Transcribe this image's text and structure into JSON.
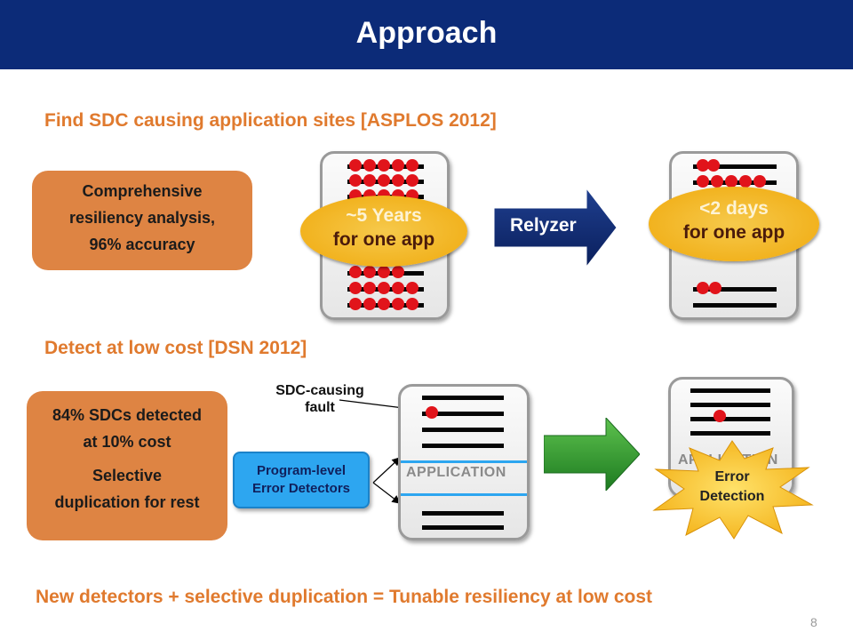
{
  "slide": {
    "title": "Approach",
    "page_number": "8"
  },
  "section1": {
    "heading": "Find SDC causing application sites [ASPLOS 2012]",
    "box_line1": "Comprehensive",
    "box_line2": "resiliency analysis,",
    "box_line3": "96% accuracy",
    "before_time": "~5 Years",
    "before_caption": "for one app",
    "arrow_label": "Relyzer",
    "after_time": "<2 days",
    "after_caption": "for one app"
  },
  "section2": {
    "heading": "Detect at low cost [DSN 2012]",
    "box_line1": "84% SDCs detected",
    "box_line2": "at 10% cost",
    "box_line3": "Selective",
    "box_line4": "duplication for rest",
    "fault_label_line1": "SDC-causing",
    "fault_label_line2": "fault",
    "detectors_line1": "Program-level",
    "detectors_line2": "Error Detectors",
    "app_label": "APPLICATION",
    "app_label_right": "APPLICATION",
    "burst_line1": "Error",
    "burst_line2": "Detection"
  },
  "footer": {
    "summary": "New detectors + selective duplication = Tunable resiliency at low cost"
  },
  "colors": {
    "header": "#0c2b78",
    "accent_orange": "#e07a2e",
    "box_orange": "#de8443",
    "fault_red": "#e1141b",
    "yellow": "#f0a90c",
    "green_arrow": "#2c9a2e",
    "blue_box": "#2da6f0"
  }
}
